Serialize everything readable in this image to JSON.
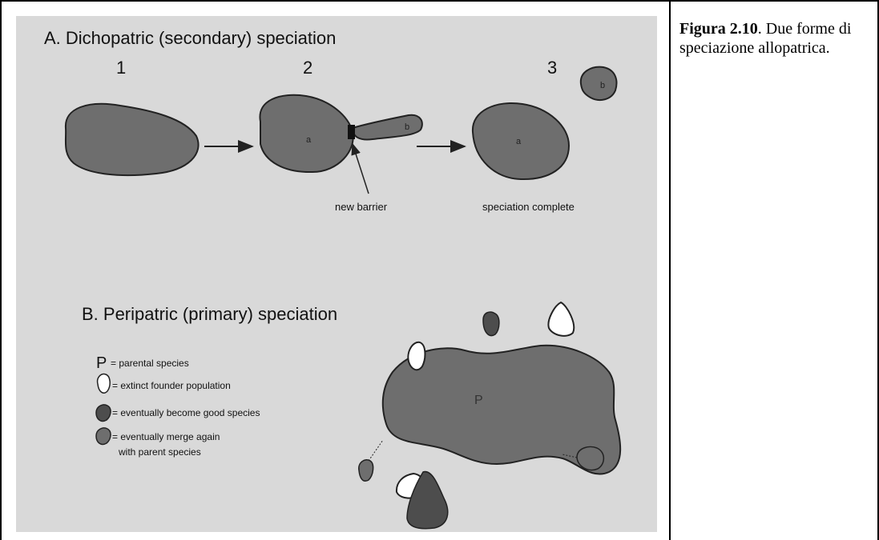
{
  "figure": {
    "section_a_title": "A. Dichopatric (secondary) speciation",
    "stage_1": "1",
    "stage_2": "2",
    "stage_3": "3",
    "region_a": "a",
    "region_b": "b",
    "new_barrier_label": "new barrier",
    "speciation_complete_label": "speciation complete",
    "section_b_title": "B. Peripatric (primary) speciation",
    "legend": {
      "p_symbol": "P",
      "p_text": "= parental species",
      "extinct_text": "= extinct founder population",
      "good_species_text": "= eventually become good species",
      "merge_text_line1": "= eventually merge again",
      "merge_text_line2": "with parent species"
    },
    "parent_label": "P"
  },
  "caption": {
    "label": "Figura 2.10",
    "text": ". Due forme di speciazione allopatrica."
  },
  "colors": {
    "blob_fill": "#6e6e6e",
    "dark_blob_fill": "#4d4d4d",
    "panel_background": "#d9d9d9"
  }
}
